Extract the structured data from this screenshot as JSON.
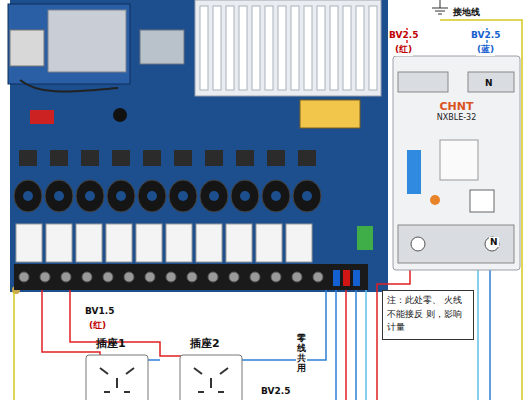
{
  "diagram": {
    "nodes": [
      {
        "text": [
          "插座1"
        ]
      },
      {
        "text": [
          "插座2"
        ]
      },
      {
        "text": [
          "CHNT",
          "NXBLE-32"
        ]
      },
      {
        "text": [
          "注：此处零、 火线不能接反 则，影响计量"
        ]
      }
    ],
    "labels": [
      "接地线",
      "BV2.5",
      "(红)",
      "BV2.5",
      "(蓝)",
      "N",
      "N",
      "BV1.5",
      "(红)",
      "零线共用",
      "BV2.5"
    ]
  }
}
